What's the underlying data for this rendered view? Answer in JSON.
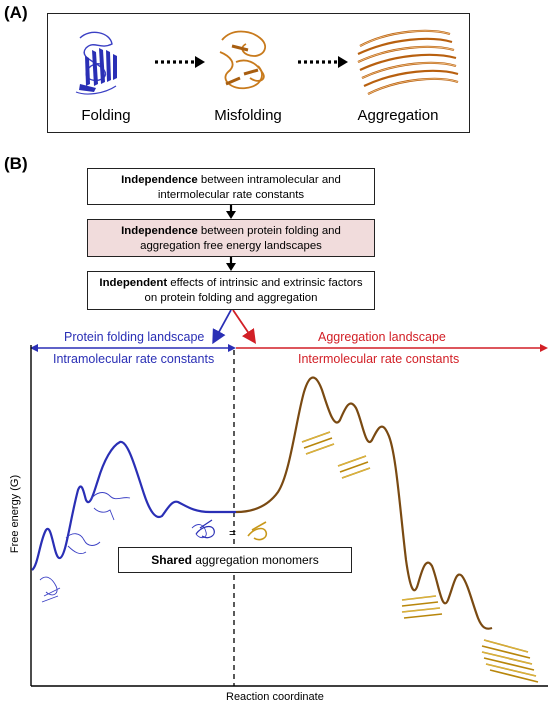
{
  "panel_a": {
    "label": "(A)",
    "stages": [
      "Folding",
      "Misfolding",
      "Aggregation"
    ]
  },
  "panel_b": {
    "label": "(B)",
    "flow": [
      {
        "bold": "Independence",
        "rest": " between intramolecular and intermolecular rate constants"
      },
      {
        "bold": "Independence",
        "rest": " between protein folding and aggregation free energy landscapes"
      },
      {
        "bold": "Independent",
        "rest": " effects of intrinsic and extrinsic factors on protein folding and aggregation"
      }
    ],
    "folding_landscape": "Protein folding landscape",
    "folding_sub": "Intramolecular rate constants",
    "aggregation_landscape": "Aggregation landscape",
    "aggregation_sub": "Intermolecular rate constants",
    "equals": "=",
    "shared_bold": "Shared",
    "shared_rest": " aggregation monomers",
    "y_axis": "Free energy (G)",
    "x_axis": "Reaction coordinate"
  },
  "colors": {
    "folding": "#2a2fb5",
    "aggregation": "#d21f26",
    "curve_brown": "#7a4a12",
    "highlight_box": "#f1dcdc",
    "gold": "#d4a017"
  }
}
